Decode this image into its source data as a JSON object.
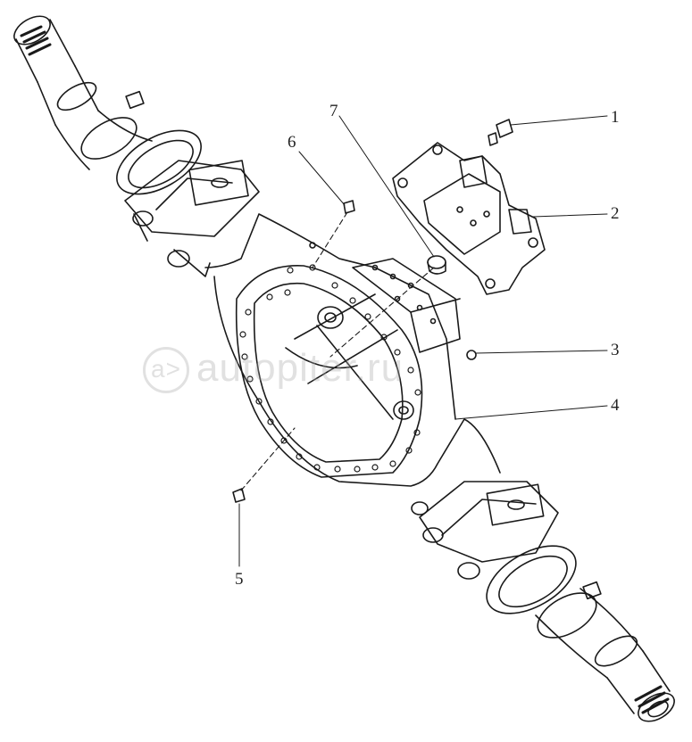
{
  "callouts": [
    {
      "id": "1",
      "label": "1"
    },
    {
      "id": "2",
      "label": "2"
    },
    {
      "id": "3",
      "label": "3"
    },
    {
      "id": "4",
      "label": "4"
    },
    {
      "id": "5",
      "label": "5"
    },
    {
      "id": "6",
      "label": "6"
    },
    {
      "id": "7",
      "label": "7"
    }
  ],
  "watermark": {
    "logo": "a>",
    "text": "autopiter.ru"
  },
  "colors": {
    "line": "#1a1a1a",
    "background": "#ffffff",
    "watermark": "#aaaaaa"
  }
}
